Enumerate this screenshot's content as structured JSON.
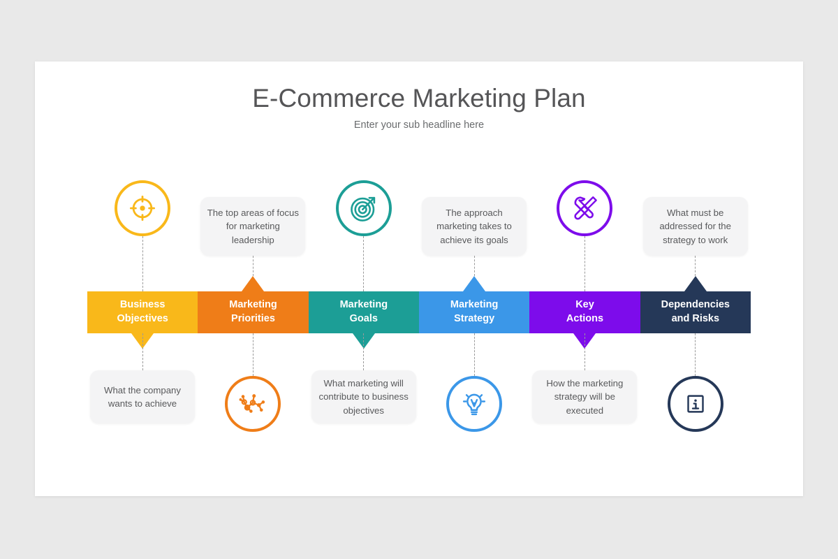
{
  "header": {
    "title": "E-Commerce Marketing Plan",
    "subtitle": "Enter your sub headline here"
  },
  "theme": {
    "page_background": "#e9e9e9",
    "card_background": "#ffffff",
    "note_background": "#f4f4f5",
    "title_color": "#555557",
    "subtitle_color": "#6a6c6e",
    "note_text_color": "#58595b",
    "connector_color": "#9a9a9a"
  },
  "chart_data": {
    "type": "diagram",
    "title": "E-Commerce Marketing Plan",
    "subtitle": "Enter your sub headline here",
    "layout": "horizontal-process-bar-six-segments",
    "segment_count": 6
  },
  "columns": [
    {
      "index": 1,
      "label_line1": "Business",
      "label_line2": "Objectives",
      "color": "#f9b81a",
      "note": "What the company wants to achieve",
      "note_position": "bottom",
      "icon_position": "top",
      "icon_name": "crosshair-target-icon",
      "arrow_direction": "down"
    },
    {
      "index": 2,
      "label_line1": "Marketing",
      "label_line2": "Priorities",
      "color": "#ef7d18",
      "note": "The top areas of focus for marketing leadership",
      "note_position": "top",
      "icon_position": "bottom",
      "icon_name": "network-nodes-icon",
      "arrow_direction": "up"
    },
    {
      "index": 3,
      "label_line1": "Marketing",
      "label_line2": "Goals",
      "color": "#1c9e96",
      "note": "What marketing will contribute to business objectives",
      "note_position": "bottom",
      "icon_position": "top",
      "icon_name": "dartboard-arrow-icon",
      "arrow_direction": "down"
    },
    {
      "index": 4,
      "label_line1": "Marketing",
      "label_line2": "Strategy",
      "color": "#3b97e8",
      "note": "The approach marketing takes to achieve its goals",
      "note_position": "top",
      "icon_position": "bottom",
      "icon_name": "lightbulb-idea-icon",
      "arrow_direction": "up"
    },
    {
      "index": 5,
      "label_line1": "Key",
      "label_line2": "Actions",
      "color": "#7d0ceb",
      "note": "How the marketing strategy will be executed",
      "note_position": "bottom",
      "icon_position": "top",
      "icon_name": "wrench-screwdriver-tools-icon",
      "arrow_direction": "down"
    },
    {
      "index": 6,
      "label_line1": "Dependencies",
      "label_line2": "and Risks",
      "color": "#253858",
      "note": "What must be addressed for the strategy to work",
      "note_position": "top",
      "icon_position": "bottom",
      "icon_name": "information-square-icon",
      "arrow_direction": "up"
    }
  ]
}
